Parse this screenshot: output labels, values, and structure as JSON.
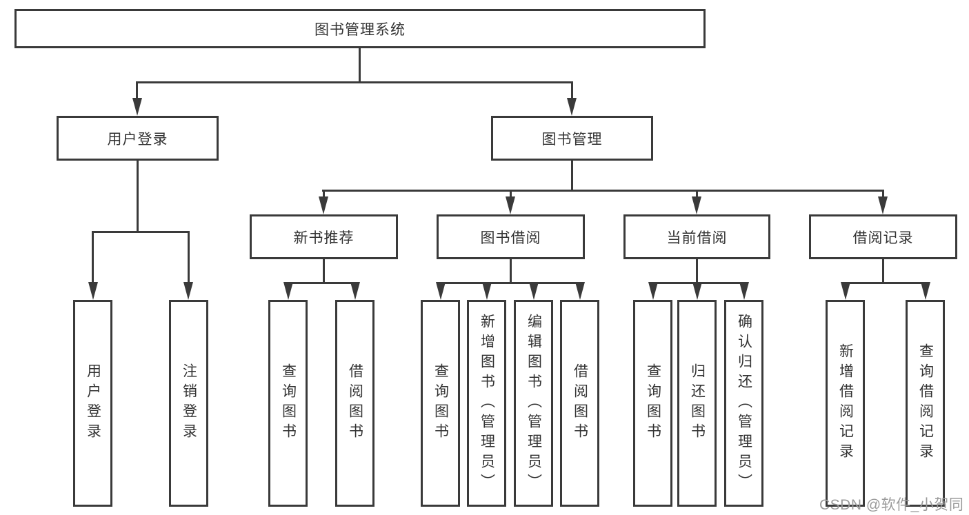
{
  "tree": {
    "label": "图书管理系统",
    "children": [
      {
        "label": "用户登录",
        "children": [
          {
            "label": "用户登录"
          },
          {
            "label": "注销登录"
          }
        ]
      },
      {
        "label": "图书管理",
        "children": [
          {
            "label": "新书推荐",
            "children": [
              {
                "label": "查询图书"
              },
              {
                "label": "借阅图书"
              }
            ]
          },
          {
            "label": "图书借阅",
            "children": [
              {
                "label": "查询图书"
              },
              {
                "label": "新增图书（管理员）"
              },
              {
                "label": "编辑图书（管理员）"
              },
              {
                "label": "借阅图书"
              }
            ]
          },
          {
            "label": "当前借阅",
            "children": [
              {
                "label": "查询图书"
              },
              {
                "label": "归还图书"
              },
              {
                "label": "确认归还（管理员）"
              }
            ]
          },
          {
            "label": "借阅记录",
            "children": [
              {
                "label": "新增借阅记录"
              },
              {
                "label": "查询借阅记录"
              }
            ]
          }
        ]
      }
    ]
  },
  "watermark": {
    "text": "CSDN @软件_小贺同学"
  },
  "colors": {
    "line": "#3a3a3a",
    "text": "#333333",
    "watermark_text": "#9a9a9a",
    "background": "#ffffff"
  }
}
